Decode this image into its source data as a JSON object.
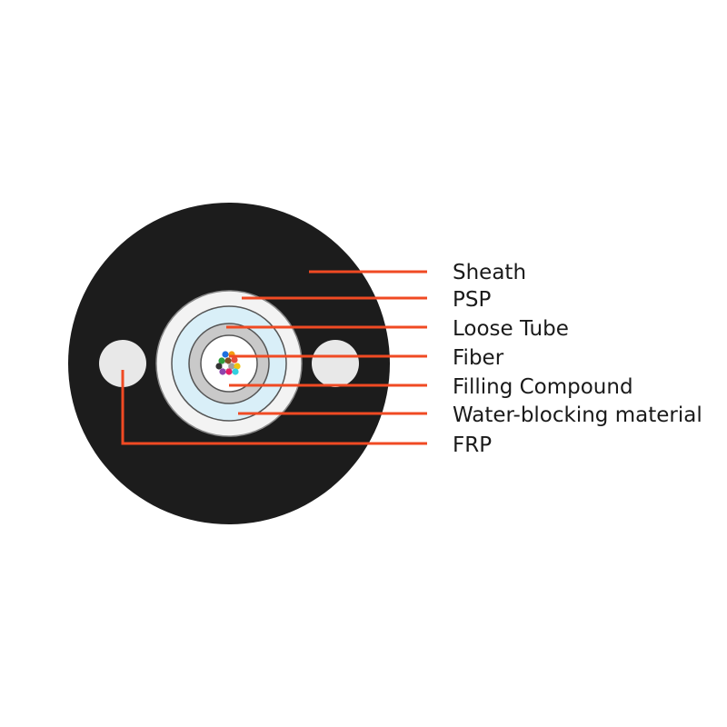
{
  "diagram": {
    "labels": [
      {
        "name": "sheath",
        "text": "Sheath"
      },
      {
        "name": "psp",
        "text": "PSP"
      },
      {
        "name": "loose-tube",
        "text": "Loose Tube"
      },
      {
        "name": "fiber",
        "text": "Fiber"
      },
      {
        "name": "filling-compound",
        "text": "Filling Compound"
      },
      {
        "name": "water-blocking-material",
        "text": "Water-blocking material"
      },
      {
        "name": "frp",
        "text": "FRP"
      }
    ]
  },
  "colors": {
    "sheath": "#1c1c1c",
    "psp": "#f3f3f3",
    "water_blocking": "#d9eff8",
    "loose_tube": "#c9c9c9",
    "filling_compound": "#ffffff",
    "frp": "#e8e8e8",
    "leader_line": "#f04a23",
    "ring_stroke": "#555555",
    "fibers": [
      "#1e6fe0",
      "#f39c12",
      "#2e9e3e",
      "#e74c3c",
      "#333333",
      "#8e44ad",
      "#e91e63",
      "#f1c40f",
      "#34d0e0",
      "#7f4f24",
      "#ffffff",
      "#9e9e9e"
    ]
  }
}
